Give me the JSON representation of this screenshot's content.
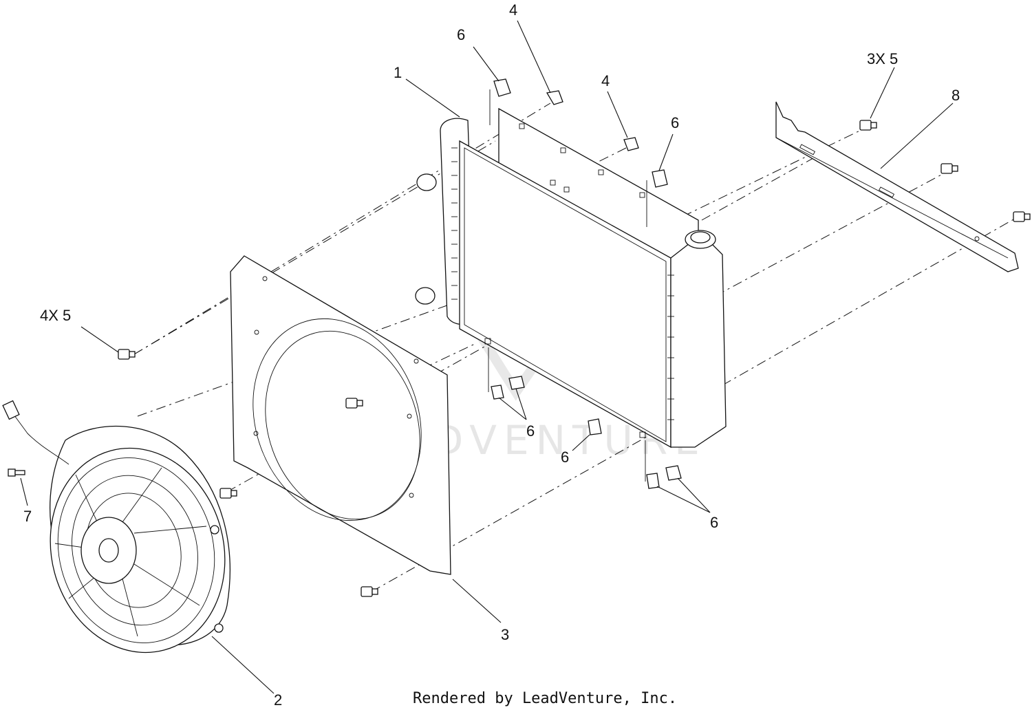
{
  "watermark": {
    "text": "LEADVENTURE"
  },
  "footer": "Rendered by LeadVenture, Inc.",
  "callouts": {
    "radiator": "1",
    "fan": "2",
    "shroud": "3",
    "clip_top_a": "4",
    "clip_top_b": "4",
    "mount_top_left": "6",
    "mount_top_right": "6",
    "mount_lower_left": "6",
    "mount_lower_mid": "6",
    "mount_lower_right": "6",
    "screw": "7",
    "bracket": "8",
    "bolts_4x": "4X 5",
    "bolts_3x": "3X 5"
  }
}
